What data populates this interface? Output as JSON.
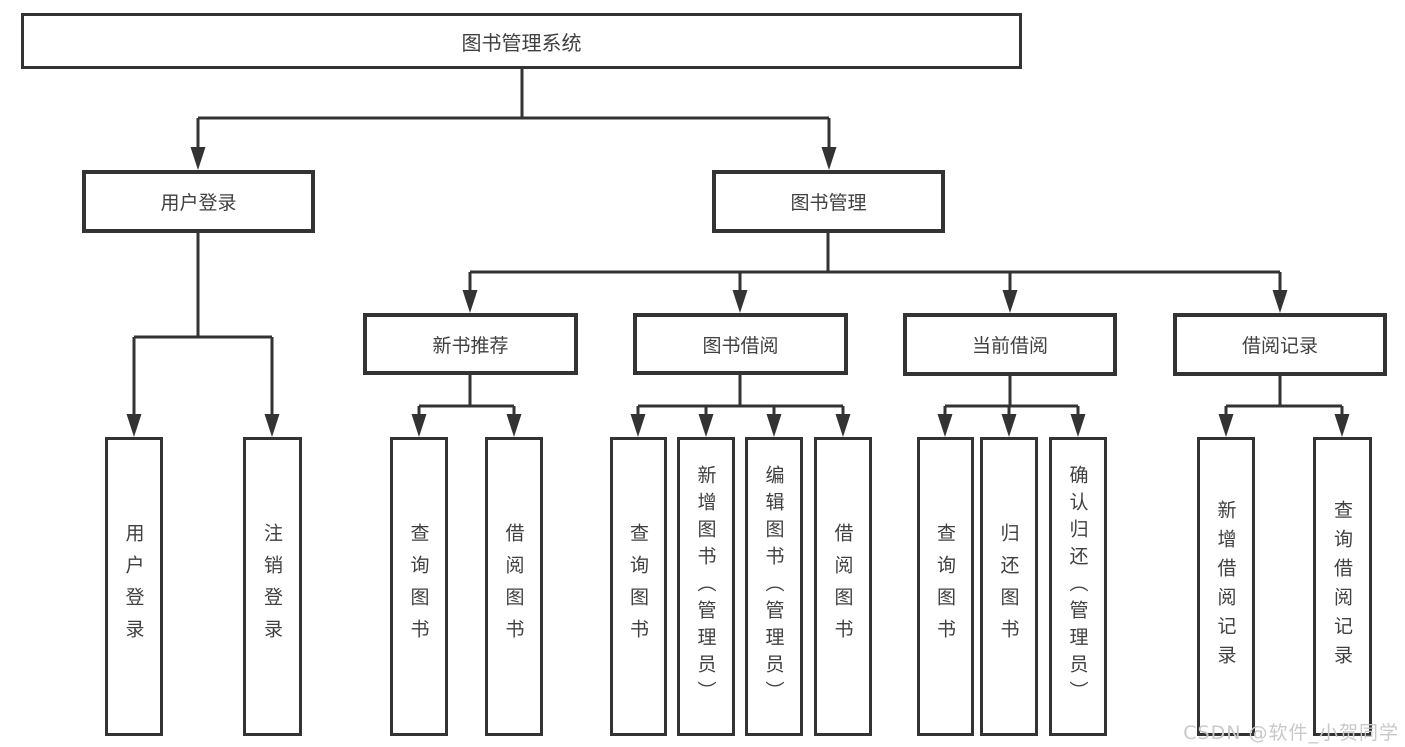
{
  "diagram": {
    "title": "图书管理系统",
    "level2": {
      "user_login": "用户登录",
      "book_mgmt": "图书管理"
    },
    "level3": {
      "new_books": "新书推荐",
      "book_borrow": "图书借阅",
      "current_borrow": "当前借阅",
      "borrow_records": "借阅记录"
    },
    "leaves": {
      "login": "用户登录",
      "logout": "注销登录",
      "nb_query": "查询图书",
      "nb_borrow": "借阅图书",
      "bb_query": "查询图书",
      "bb_add": "新增图书（管理员）",
      "bb_edit": "编辑图书（管理员）",
      "bb_borrow": "借阅图书",
      "cb_query": "查询图书",
      "cb_return": "归还图书",
      "cb_confirm": "确认归还（管理员）",
      "br_add": "新增借阅记录",
      "br_query": "查询借阅记录"
    },
    "watermark": "CSDN @软件_小贺同学",
    "colors": {
      "line": "#333333",
      "text": "#404040",
      "watermark": "#c9c9c9",
      "background": "#ffffff"
    }
  }
}
